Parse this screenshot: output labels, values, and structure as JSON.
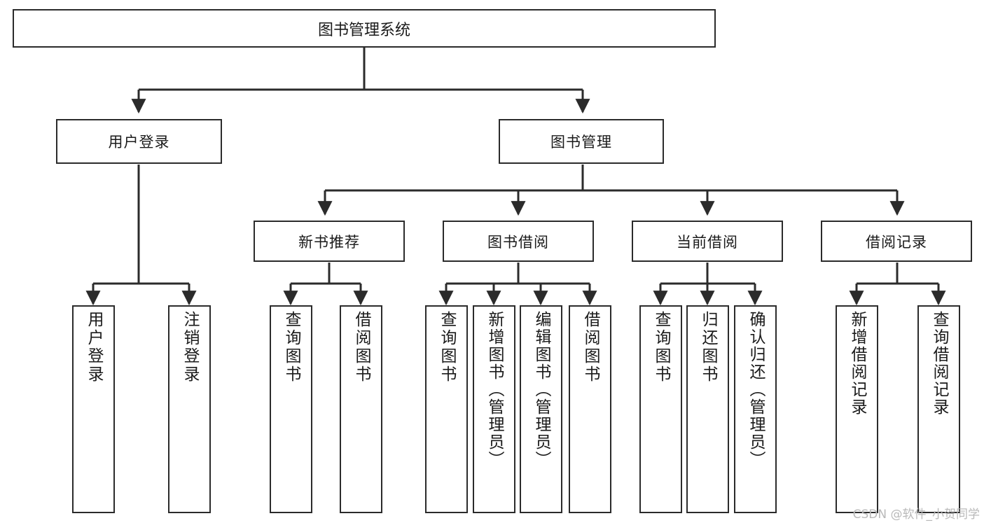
{
  "diagram": {
    "type": "tree",
    "title": "图书管理系统",
    "watermark": "CSDN @软件_小贺同学",
    "colors": {
      "box_stroke": "#2b2b2b",
      "box_fill": "#ffffff",
      "line": "#2b2b2b",
      "text": "#1a1a1a",
      "watermark": "#b9b9b9"
    },
    "nodes": {
      "root": {
        "label": "图书管理系统"
      },
      "level2": [
        {
          "label": "用户登录"
        },
        {
          "label": "图书管理"
        }
      ],
      "level3": [
        {
          "label": "新书推荐"
        },
        {
          "label": "图书借阅"
        },
        {
          "label": "当前借阅"
        },
        {
          "label": "借阅记录"
        }
      ],
      "leaves": {
        "user_login": [
          {
            "label": "用户登录"
          },
          {
            "label": "注销登录"
          }
        ],
        "new_book": [
          {
            "label": "查询图书"
          },
          {
            "label": "借阅图书"
          }
        ],
        "borrow": [
          {
            "label": "查询图书"
          },
          {
            "label": "新增图书（管理员）"
          },
          {
            "label": "编辑图书（管理员）"
          },
          {
            "label": "借阅图书"
          }
        ],
        "current": [
          {
            "label": "查询图书"
          },
          {
            "label": "归还图书"
          },
          {
            "label": "确认归还（管理员）"
          }
        ],
        "records": [
          {
            "label": "新增借阅记录"
          },
          {
            "label": "查询借阅记录"
          }
        ]
      }
    }
  }
}
